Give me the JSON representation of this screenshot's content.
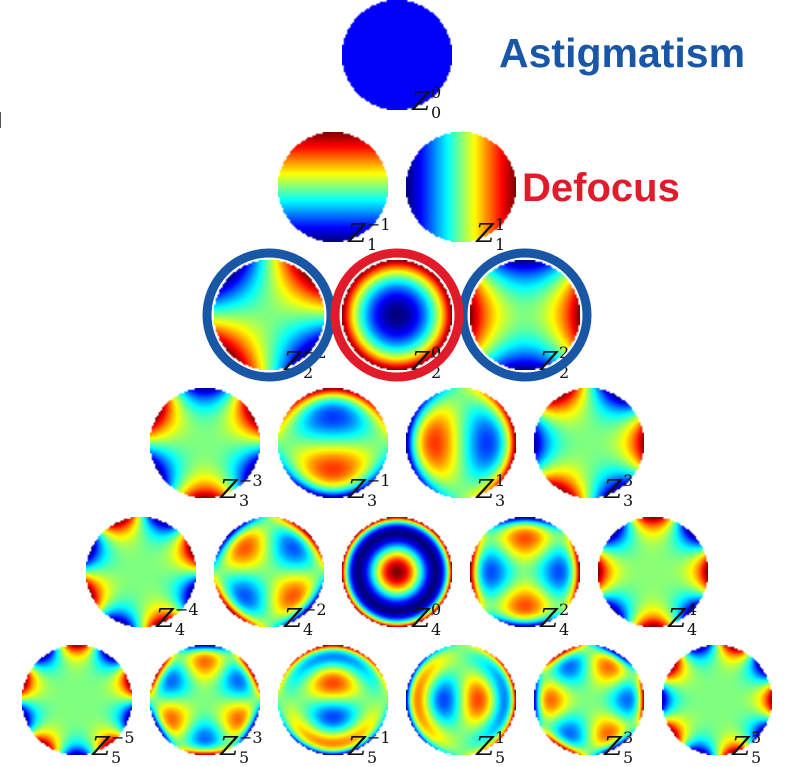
{
  "annotations": {
    "astigmatism": "Astigmatism",
    "defocus": "Defocus"
  },
  "colors": {
    "astigmatism": "#1a56a6",
    "defocus": "#e21b2a"
  },
  "modes": [
    {
      "n": 0,
      "m": 0,
      "base": "Z",
      "sub": "0",
      "sup": "0"
    },
    {
      "n": 1,
      "m": -1,
      "base": "Z",
      "sub": "1",
      "sup": "−1"
    },
    {
      "n": 1,
      "m": 1,
      "base": "Z",
      "sub": "1",
      "sup": "1"
    },
    {
      "n": 2,
      "m": -2,
      "base": "Z",
      "sub": "2",
      "sup": "−2"
    },
    {
      "n": 2,
      "m": 0,
      "base": "Z",
      "sub": "2",
      "sup": "0"
    },
    {
      "n": 2,
      "m": 2,
      "base": "Z",
      "sub": "2",
      "sup": "2"
    },
    {
      "n": 3,
      "m": -3,
      "base": "Z",
      "sub": "3",
      "sup": "−3"
    },
    {
      "n": 3,
      "m": -1,
      "base": "Z",
      "sub": "3",
      "sup": "−1"
    },
    {
      "n": 3,
      "m": 1,
      "base": "Z",
      "sub": "3",
      "sup": "1"
    },
    {
      "n": 3,
      "m": 3,
      "base": "Z",
      "sub": "3",
      "sup": "3"
    },
    {
      "n": 4,
      "m": -4,
      "base": "Z",
      "sub": "4",
      "sup": "−4"
    },
    {
      "n": 4,
      "m": -2,
      "base": "Z",
      "sub": "4",
      "sup": "−2"
    },
    {
      "n": 4,
      "m": 0,
      "base": "Z",
      "sub": "4",
      "sup": "0"
    },
    {
      "n": 4,
      "m": 2,
      "base": "Z",
      "sub": "4",
      "sup": "2"
    },
    {
      "n": 4,
      "m": 4,
      "base": "Z",
      "sub": "4",
      "sup": "4"
    },
    {
      "n": 5,
      "m": -5,
      "base": "Z",
      "sub": "5",
      "sup": "−5"
    },
    {
      "n": 5,
      "m": -3,
      "base": "Z",
      "sub": "5",
      "sup": "−3"
    },
    {
      "n": 5,
      "m": -1,
      "base": "Z",
      "sub": "5",
      "sup": "−1"
    },
    {
      "n": 5,
      "m": 1,
      "base": "Z",
      "sub": "5",
      "sup": "1"
    },
    {
      "n": 5,
      "m": 3,
      "base": "Z",
      "sub": "5",
      "sup": "3"
    },
    {
      "n": 5,
      "m": 5,
      "base": "Z",
      "sub": "5",
      "sup": "5"
    }
  ],
  "highlights": {
    "astigmatism_modes": [
      "Z2-2",
      "Z2+2"
    ],
    "defocus_modes": [
      "Z2+0"
    ]
  }
}
